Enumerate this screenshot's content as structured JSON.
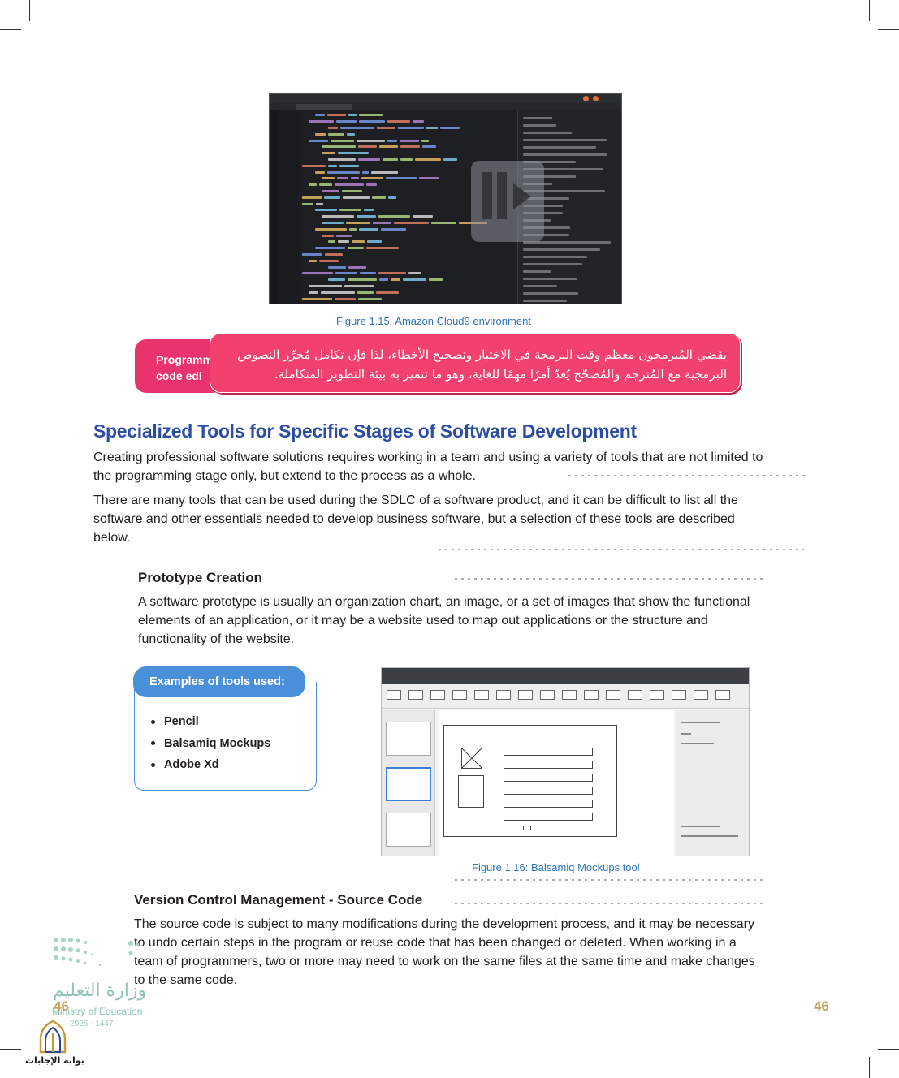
{
  "figure_1_15": {
    "caption": "Figure 1.15:  Amazon Cloud9 environment"
  },
  "banner": {
    "english_cutoff": "Programmers spend most of their time in testing and debugging, so the integration of the code editor",
    "english_line1": "Programm",
    "english_line2": "code edi",
    "arabic_line1": "يقضي المُبرمجون معظم وقت البرمجة في الاختبار وتصحيح الأخطاء، لذا فإن تكامل مُحرِّر النصوص",
    "arabic_line2": "البرمجية مع المُترجم والمُصحّح يُعدّ أمرًا مهمًا للغاية، وهو ما تتميز به بيئة التطوير المتكاملة."
  },
  "section": {
    "title": "Specialized Tools for Specific Stages of Software Development",
    "para1": "Creating professional software solutions requires working in a team and using a variety of tools that are not limited to the programming stage only, but extend to the process as a whole.",
    "para2": "There are many tools that can be used during the SDLC of a software product, and it can be difficult to list all the software and other essentials needed to develop business software, but a selection of these tools are described below."
  },
  "prototype": {
    "title": "Prototype Creation",
    "para": "A software prototype is usually an organization chart, an image, or a set of images that show the functional elements of an application, or it may be a website used to map out applications or the structure and functionality of the website."
  },
  "tools": {
    "heading": "Examples of tools used:",
    "items": [
      "Pencil",
      "Balsamiq Mockups",
      "Adobe Xd"
    ]
  },
  "figure_1_16": {
    "caption": "Figure 1.16:  Balsamiq Mockups tool"
  },
  "version_control": {
    "title": "Version Control Management - Source Code",
    "para": "The source code is subject to many modifications during the development process, and it may be necessary to undo certain steps in the program or reuse code that has been changed or deleted. When working in a team of programmers, two or more may need to work on the same files at the same time and make changes to the same code."
  },
  "footer": {
    "page_left": "46",
    "page_right": "46",
    "ministry_ar": "وزارة التعليم",
    "ministry_en": "Ministry of Education",
    "year": "2025 - 1447",
    "gate": "بوابة الإجابات"
  },
  "colors": {
    "heading_blue": "#2b4ea2",
    "caption_blue": "#2e75b6",
    "banner_pink": "#f2406f",
    "tools_blue": "#4a90d9",
    "page_gold": "#c9a15c"
  }
}
